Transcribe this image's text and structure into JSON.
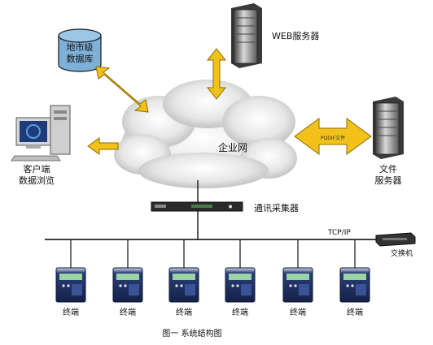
{
  "diagram": {
    "caption": "图一  系统结构图",
    "cloud_label": "企业网",
    "database_label": [
      "地市级",
      "数据库"
    ],
    "web_server_label": "WEB服务器",
    "client_label": [
      "客户端",
      "数据浏览"
    ],
    "file_server_label": [
      "文件",
      "服务器"
    ],
    "arrow_text": "PQDIF文件",
    "collector_label": "通讯采集器",
    "bus_label": "TCP/IP",
    "switch_label": "交换机",
    "terminals": [
      {
        "label": "终端"
      },
      {
        "label": "终端"
      },
      {
        "label": "终端"
      },
      {
        "label": "终端"
      },
      {
        "label": "终端"
      },
      {
        "label": "终端"
      }
    ],
    "colors": {
      "arrow_fill": "#f2c21a",
      "arrow_stroke": "#8a6a00",
      "database_fill": "#7fb0d8",
      "cloud": "#dcdcdc",
      "terminal_body": "#1b2e5e",
      "bus_line": "#222222"
    }
  }
}
